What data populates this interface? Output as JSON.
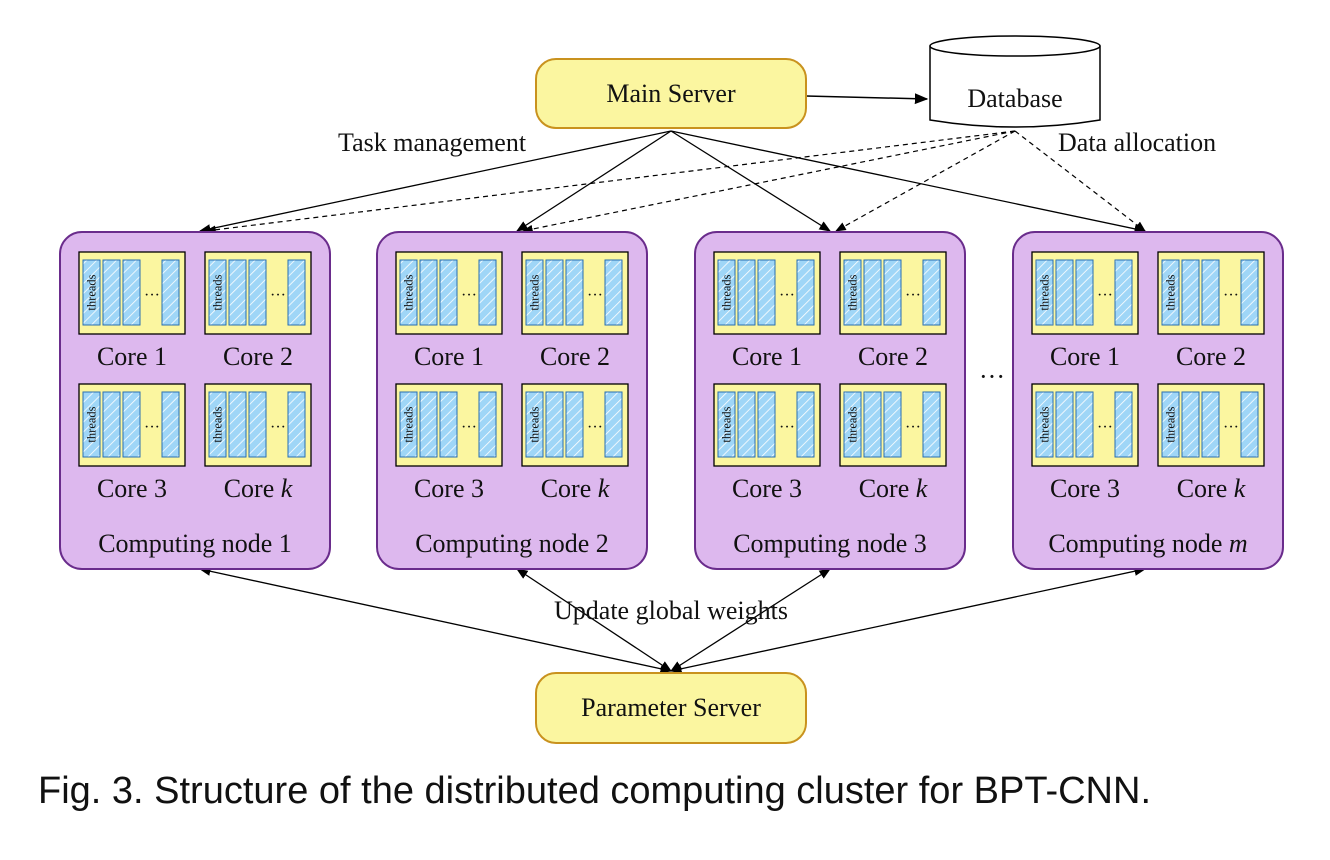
{
  "main_server": {
    "label": "Main Server"
  },
  "database": {
    "label": "Database"
  },
  "parameter_server": {
    "label": "Parameter Server"
  },
  "edge_labels": {
    "task_management": "Task management",
    "data_allocation": "Data allocation",
    "update_weights": "Update global weights"
  },
  "core_block": {
    "threads_label": "threads",
    "ellipsis": "···"
  },
  "nodes": [
    {
      "label": "Computing node 1",
      "cores": [
        {
          "label": "Core 1"
        },
        {
          "label": "Core 2"
        },
        {
          "label": "Core 3"
        },
        {
          "label": "Core ",
          "italic": "k"
        }
      ]
    },
    {
      "label": "Computing node 2",
      "cores": [
        {
          "label": "Core 1"
        },
        {
          "label": "Core 2"
        },
        {
          "label": "Core 3"
        },
        {
          "label": "Core ",
          "italic": "k"
        }
      ]
    },
    {
      "label": "Computing node 3",
      "cores": [
        {
          "label": "Core 1"
        },
        {
          "label": "Core 2"
        },
        {
          "label": "Core 3"
        },
        {
          "label": "Core ",
          "italic": "k"
        }
      ]
    },
    {
      "label": "Computing node ",
      "label_italic": "m",
      "cores": [
        {
          "label": "Core 1"
        },
        {
          "label": "Core 2"
        },
        {
          "label": "Core 3"
        },
        {
          "label": "Core ",
          "italic": "k"
        }
      ]
    }
  ],
  "nodes_ellipsis": "···",
  "caption": "Fig. 3. Structure of the distributed computing cluster for BPT-CNN.",
  "colors": {
    "server_fill": "#fbf6a0",
    "server_stroke": "#c9921e",
    "node_fill": "#ddb8ee",
    "node_stroke": "#6a2c8c",
    "core_fill": "#fbf6a0",
    "thread_fill": "#9fd6f7",
    "thread_stroke": "#2a6fb0"
  }
}
